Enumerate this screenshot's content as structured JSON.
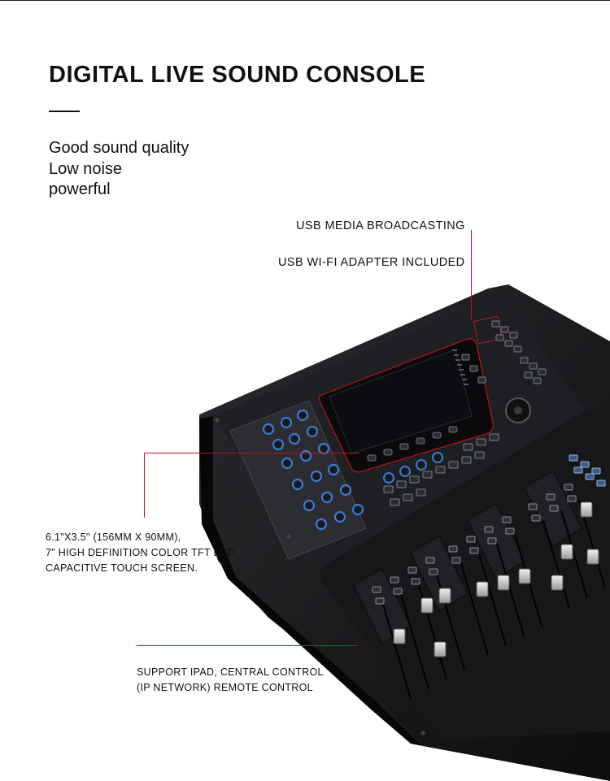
{
  "title": "DIGITAL LIVE SOUND CONSOLE",
  "tagline": [
    "Good sound quality",
    "Low noise",
    "powerful"
  ],
  "callouts": {
    "usb_media": "USB MEDIA BROADCASTING",
    "usb_wifi": "USB WI-FI ADAPTER INCLUDED",
    "screen": [
      "6.1\"X3.5\" (156MM X 90MM),",
      "7\" HIGH DEFINITION COLOR TFT LCD,",
      "CAPACITIVE TOUCH SCREEN."
    ],
    "remote": [
      "SUPPORT IPAD, CENTRAL CONTROL",
      "(IP NETWORK) REMOTE CONTROL"
    ]
  },
  "accent_color": "#c3121c",
  "console_colors": {
    "body": "#1b1b1d",
    "panel": "#26272a",
    "knob": "#3a7bd5",
    "screen": "#0c0d10"
  }
}
